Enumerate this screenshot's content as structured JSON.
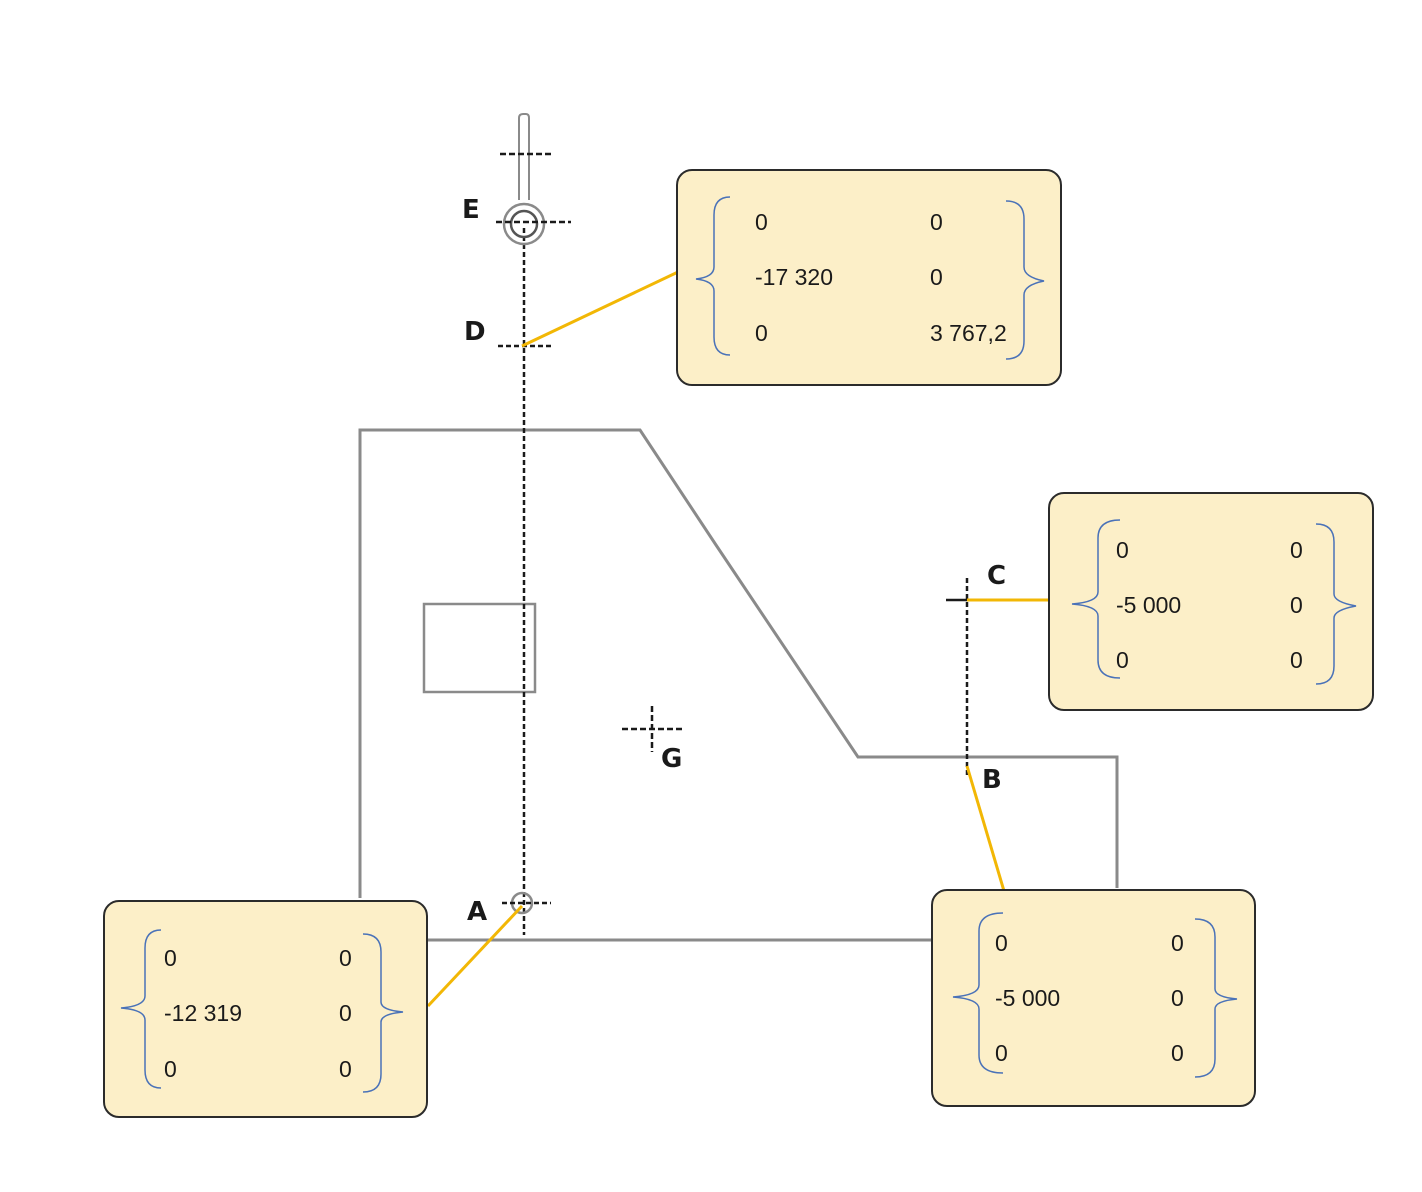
{
  "points": {
    "A": "A",
    "B": "B",
    "C": "C",
    "D": "D",
    "E": "E",
    "G": "G"
  },
  "torsors": {
    "D": {
      "r1": [
        "0",
        "0"
      ],
      "r2": [
        "-17 320",
        "0"
      ],
      "r3": [
        "0",
        "3 767,2"
      ]
    },
    "C": {
      "r1": [
        "0",
        "0"
      ],
      "r2": [
        "-5 000",
        "0"
      ],
      "r3": [
        "0",
        "0"
      ]
    },
    "B": {
      "r1": [
        "0",
        "0"
      ],
      "r2": [
        "-5 000",
        "0"
      ],
      "r3": [
        "0",
        "0"
      ]
    },
    "A": {
      "r1": [
        "0",
        "0"
      ],
      "r2": [
        "-12 319",
        "0"
      ],
      "r3": [
        "0",
        "0"
      ]
    }
  },
  "colors": {
    "box_fill": "#fcefc8",
    "leader": "#f2b705",
    "brace": "#4a72b8",
    "outline": "#8a8a8a"
  }
}
